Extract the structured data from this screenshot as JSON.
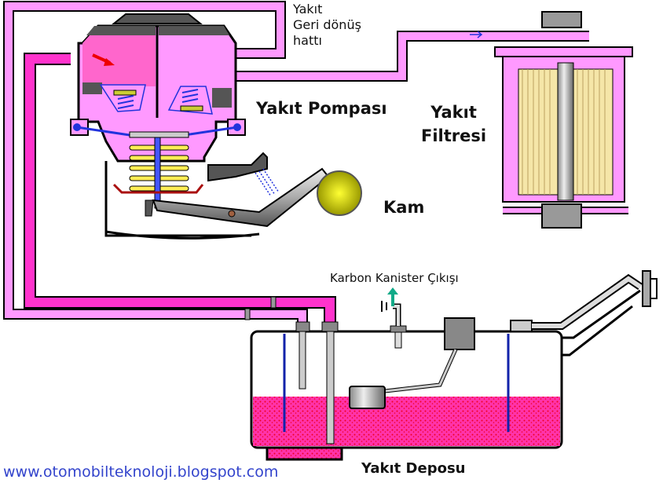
{
  "labels": {
    "return_line": [
      "Yakıt",
      "Geri dönüş",
      "hattı"
    ],
    "pump": "Yakıt Pompası",
    "filter": [
      "Yakıt",
      "Filtresi"
    ],
    "cam": "Kam",
    "canister": "Karbon Kanister Çıkışı",
    "tank": "Yakıt Deposu",
    "website": "www.otomobilteknoloji.blogspot.com"
  },
  "colors": {
    "return_line": "#ff99ff",
    "supply_line": "#ff33cc",
    "pump_chamber": "#ff99ff",
    "inlet_chamber": "#ff66cc",
    "fuel": "#ff2277",
    "filter_element": "#f5e6a8",
    "cam": "#e0e000",
    "lever": "#c8c8c8",
    "diaphragm": "#2233dd",
    "url": "#3344cc"
  }
}
